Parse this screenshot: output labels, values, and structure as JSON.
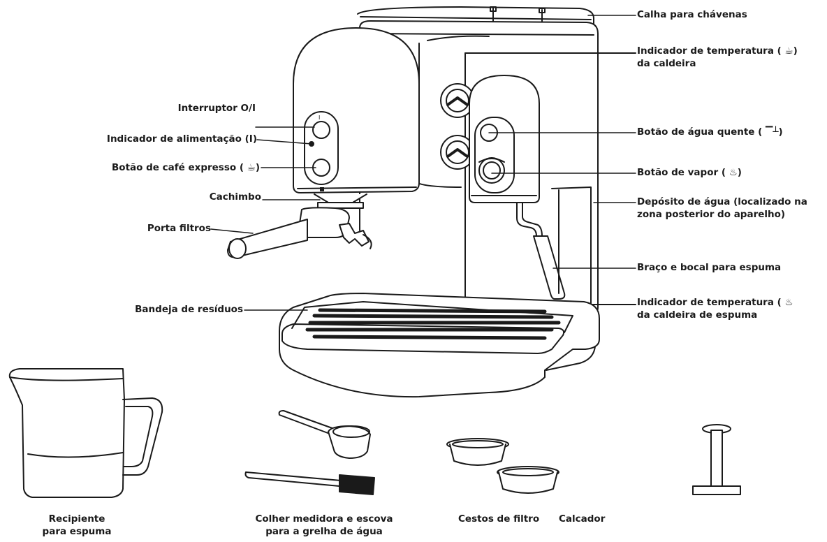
{
  "labels": {
    "calha": "Calha para chávenas",
    "temp_caldeira_1": "Indicador de temperatura ( ☕)",
    "temp_caldeira_2": "da caldeira",
    "interruptor": "Interruptor O/I",
    "alimentacao": "Indicador de alimentação (I)",
    "cafe_expresso": "Botão de café expresso ( ☕)",
    "agua_quente": "Botão de água quente ( ▔┴)",
    "vapor": "Botão de vapor ( ♨)",
    "cachimbo": "Cachimbo",
    "deposito_1": "Depósito de água (localizado na",
    "deposito_2": "zona posterior do aparelho)",
    "porta_filtros": "Porta filtros",
    "braco": "Braço e bocal para espuma",
    "bandeja": "Bandeja de resíduos",
    "temp_espuma_1": "Indicador de temperatura ( ♨",
    "temp_espuma_2": "da caldeira de espuma",
    "recipiente_1": "Recipiente",
    "recipiente_2": "para espuma",
    "colher_1": "Colher medidora e escova",
    "colher_2": "para a grelha de água",
    "cestos": "Cestos de filtro",
    "calcador": "Calcador"
  },
  "colors": {
    "line": "#1a1a1a",
    "fill": "#ffffff"
  },
  "icons": [
    "coffee-cup-icon",
    "hot-water-icon",
    "steam-icon"
  ]
}
